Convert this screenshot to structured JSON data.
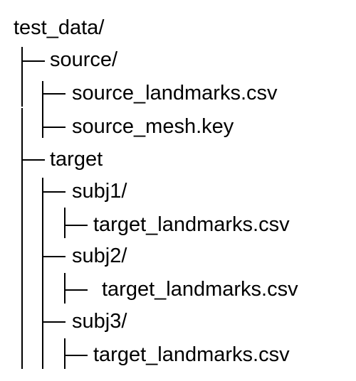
{
  "tree": {
    "root": {
      "label": "test_data/"
    },
    "items": [
      {
        "label": "source/"
      },
      {
        "label": "source_landmarks.csv"
      },
      {
        "label": "source_mesh.key"
      },
      {
        "label": "target"
      },
      {
        "label": "subj1/"
      },
      {
        "label": "target_landmarks.csv"
      },
      {
        "label": "subj2/"
      },
      {
        "label": "target_landmarks.csv"
      },
      {
        "label": "subj3/"
      },
      {
        "label": "target_landmarks.csv"
      }
    ]
  },
  "colors": {
    "text": "#000000",
    "lines": "#000000",
    "background": "#ffffff"
  }
}
